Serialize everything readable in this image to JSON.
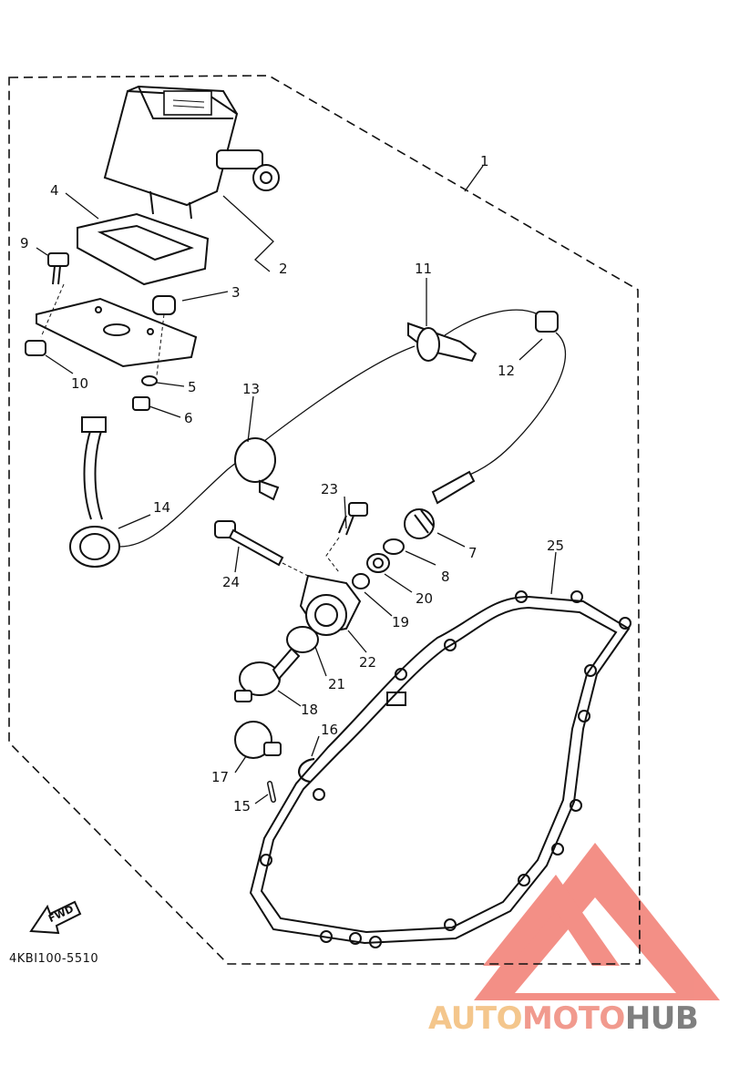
{
  "diagram": {
    "part_code": "4KBI100-5510",
    "fwd_label": "FWD",
    "callouts": [
      "1",
      "2",
      "3",
      "4",
      "5",
      "6",
      "7",
      "8",
      "9",
      "10",
      "11",
      "12",
      "13",
      "14",
      "15",
      "16",
      "17",
      "18",
      "19",
      "20",
      "21",
      "22",
      "23",
      "24",
      "25"
    ]
  },
  "watermark": {
    "part1": "AUTO",
    "part2": "MOTO",
    "part3": "HUB",
    "colors": {
      "auto": "#f4c68c",
      "moto": "#f19a8e",
      "hub": "#7f7f7f",
      "logo": "#f06a5e"
    }
  }
}
